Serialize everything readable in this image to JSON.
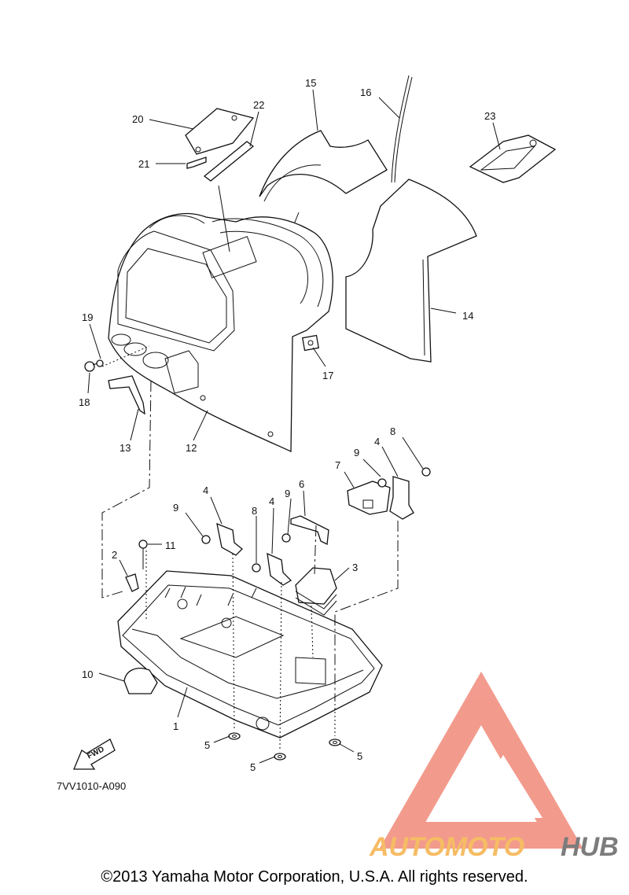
{
  "diagram_code": "7VV1010-A090",
  "fwd_label": "FWD",
  "copyright": "©2013 Yamaha Motor Corporation, U.S.A. All rights reserved.",
  "logo": {
    "word1": "AUTOMOTO",
    "word2": "HUB",
    "accent": "#f08a7a",
    "orange": "#f5b14a",
    "gray": "#666666"
  },
  "callouts": [
    {
      "id": "c1",
      "text": "1"
    },
    {
      "id": "c2",
      "text": "2"
    },
    {
      "id": "c3",
      "text": "3"
    },
    {
      "id": "c4a",
      "text": "4"
    },
    {
      "id": "c4b",
      "text": "4"
    },
    {
      "id": "c4c",
      "text": "4"
    },
    {
      "id": "c5a",
      "text": "5"
    },
    {
      "id": "c5b",
      "text": "5"
    },
    {
      "id": "c5c",
      "text": "5"
    },
    {
      "id": "c6",
      "text": "6"
    },
    {
      "id": "c7",
      "text": "7"
    },
    {
      "id": "c8a",
      "text": "8"
    },
    {
      "id": "c8b",
      "text": "8"
    },
    {
      "id": "c9a",
      "text": "9"
    },
    {
      "id": "c9b",
      "text": "9"
    },
    {
      "id": "c9c",
      "text": "9"
    },
    {
      "id": "c10",
      "text": "10"
    },
    {
      "id": "c11",
      "text": "11"
    },
    {
      "id": "c12",
      "text": "12"
    },
    {
      "id": "c13",
      "text": "13"
    },
    {
      "id": "c14",
      "text": "14"
    },
    {
      "id": "c15",
      "text": "15"
    },
    {
      "id": "c16",
      "text": "16"
    },
    {
      "id": "c17",
      "text": "17"
    },
    {
      "id": "c18",
      "text": "18"
    },
    {
      "id": "c19",
      "text": "19"
    },
    {
      "id": "c20",
      "text": "20"
    },
    {
      "id": "c21",
      "text": "21"
    },
    {
      "id": "c22",
      "text": "22"
    },
    {
      "id": "c23",
      "text": "23"
    }
  ]
}
